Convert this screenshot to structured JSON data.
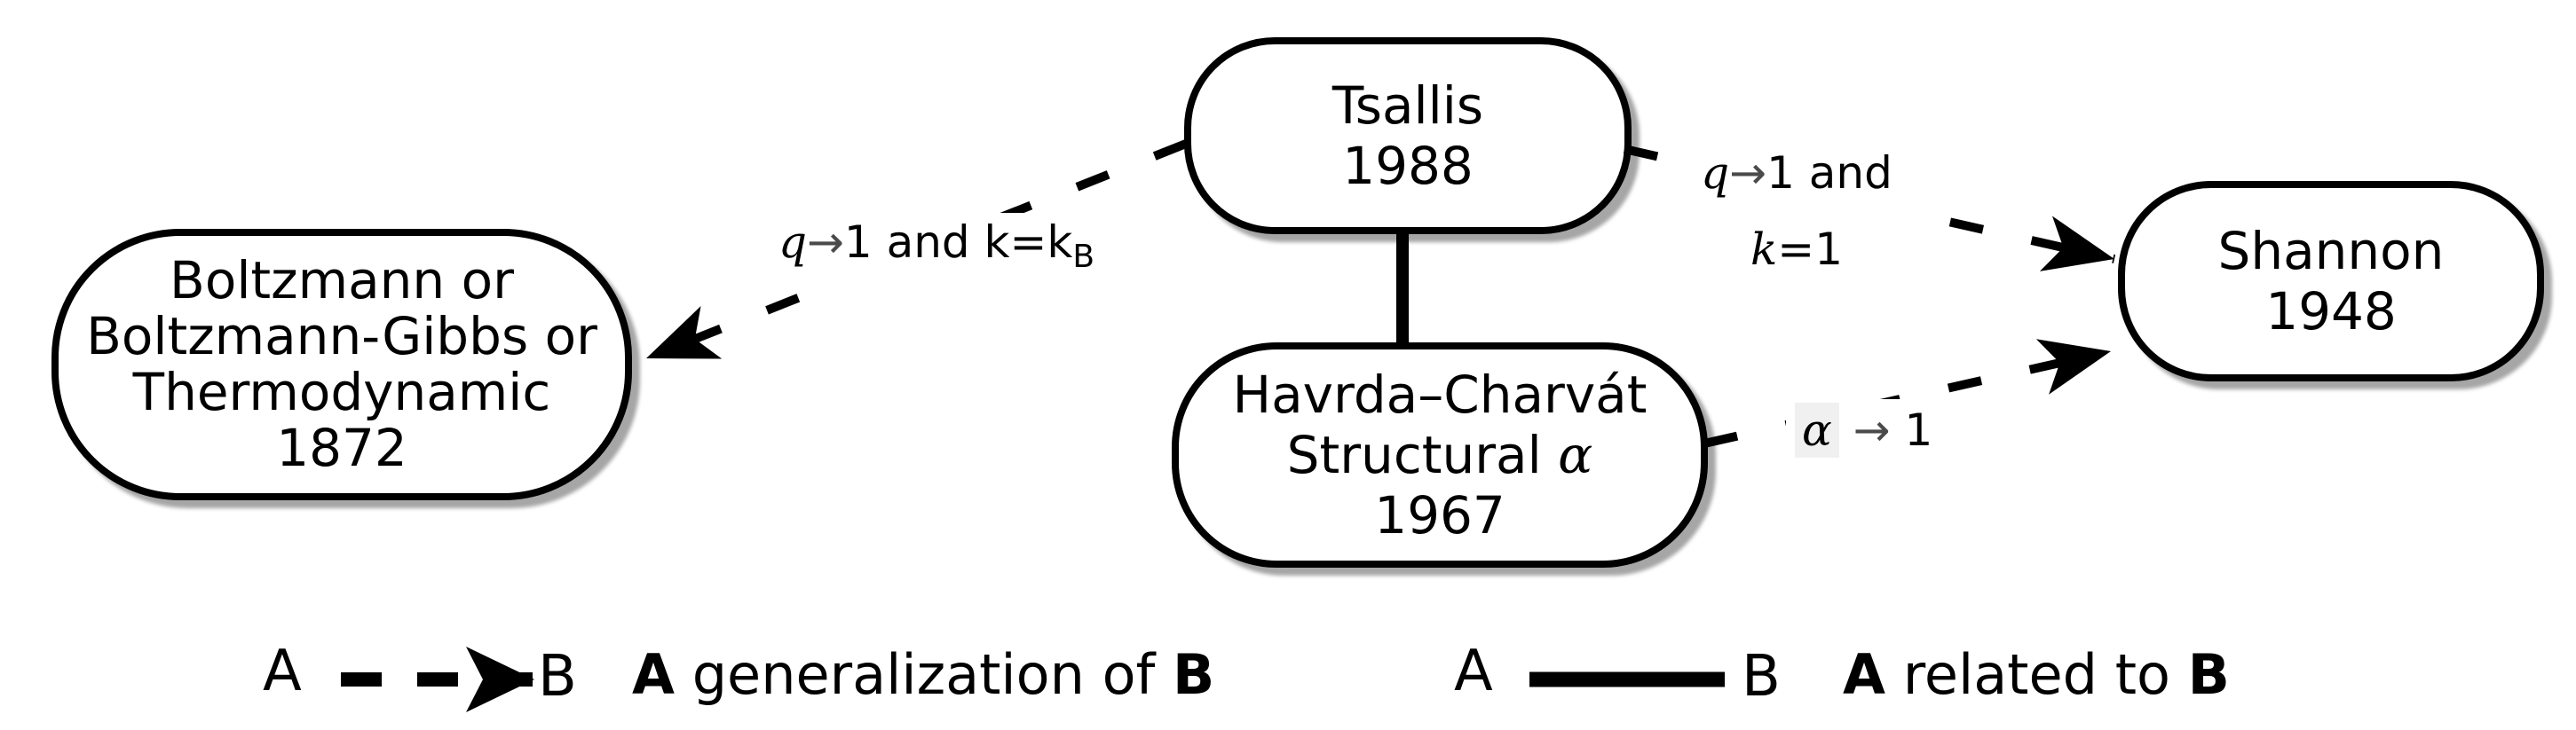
{
  "colors": {
    "ink": "#000000",
    "background": "#ffffff",
    "node_fill": "#ffffff",
    "node_shadow": "#a6a6a6",
    "alpha_highlight": "#f0f0f0",
    "math_arrow": "#4a4a4a"
  },
  "nodes": {
    "boltzmann": {
      "line1": "Boltzmann or",
      "line2": "Boltzmann-Gibbs or",
      "line3": "Thermodynamic",
      "line4": "1872"
    },
    "tsallis": {
      "line1": "Tsallis",
      "line2": "1988"
    },
    "havrda": {
      "line1": "Havrda–Charvát",
      "line2_text": "Structural ",
      "line2_var": "α",
      "line3": "1967"
    },
    "shannon": {
      "line1": "Shannon",
      "line2": "1948"
    }
  },
  "edge_labels": {
    "tsallis_to_boltzmann": {
      "var1": "q",
      "arrow": "→",
      "rest": "1 and k=k",
      "sub": "B"
    },
    "tsallis_to_shannon": {
      "line1_var": "q",
      "line1_arrow": "→",
      "line1_rest": "1 and",
      "line2_var": "k",
      "line2_rest": "=1"
    },
    "havrda_to_shannon": {
      "var1": "α",
      "arrow": " → ",
      "rest": "1"
    }
  },
  "legend": {
    "generalization": {
      "a": "A",
      "b": "B",
      "desc_a": "A",
      "desc_mid": " generalization of ",
      "desc_b": "B"
    },
    "related": {
      "a": "A",
      "b": "B",
      "desc_a": "A",
      "desc_mid": " related to ",
      "desc_b": "B"
    }
  }
}
